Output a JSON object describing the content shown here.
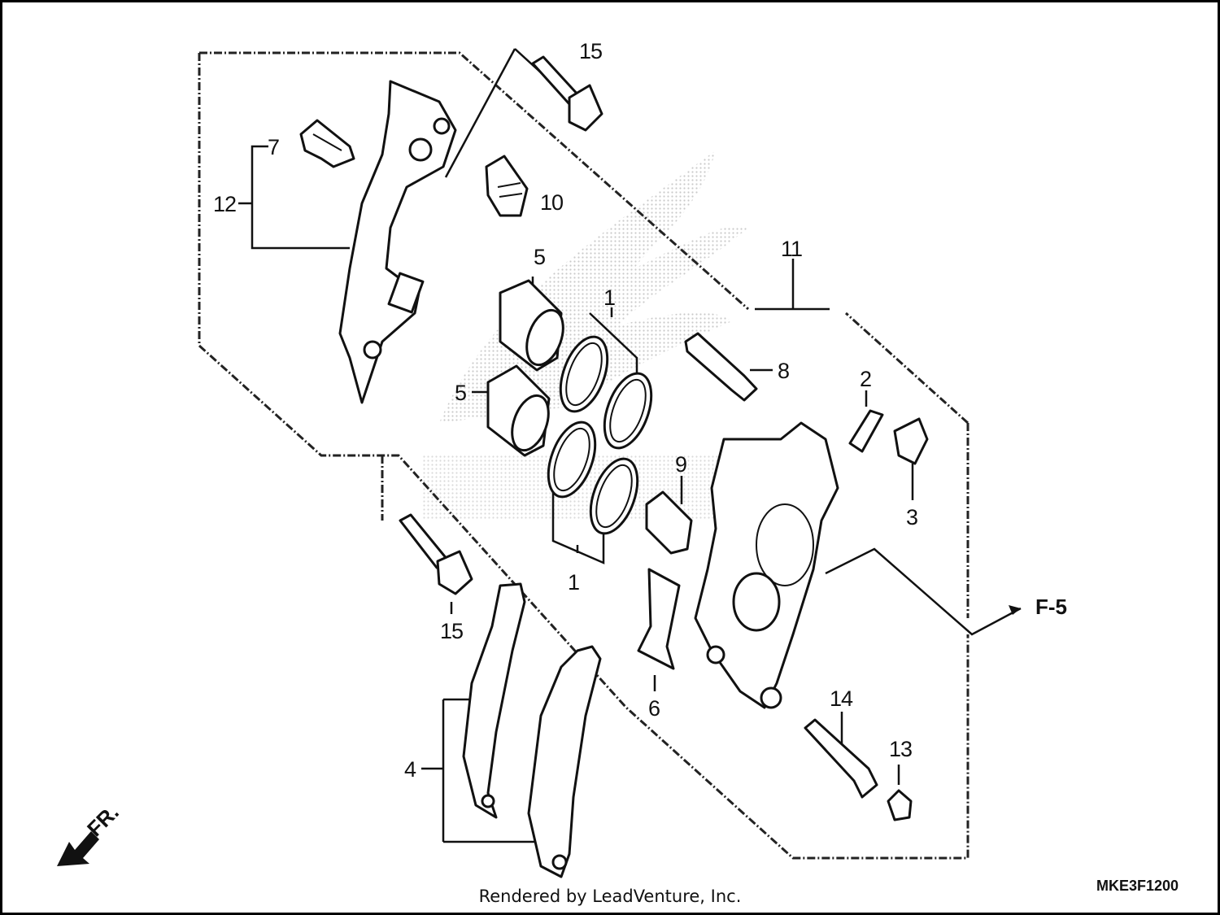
{
  "callouts": [
    {
      "id": "c1a",
      "text": "1"
    },
    {
      "id": "c1b",
      "text": "1"
    },
    {
      "id": "c2",
      "text": "2"
    },
    {
      "id": "c3",
      "text": "3"
    },
    {
      "id": "c4",
      "text": "4"
    },
    {
      "id": "c5a",
      "text": "5"
    },
    {
      "id": "c5b",
      "text": "5"
    },
    {
      "id": "c6",
      "text": "6"
    },
    {
      "id": "c7",
      "text": "7"
    },
    {
      "id": "c8",
      "text": "8"
    },
    {
      "id": "c9",
      "text": "9"
    },
    {
      "id": "c10",
      "text": "10"
    },
    {
      "id": "c11",
      "text": "11"
    },
    {
      "id": "c12",
      "text": "12"
    },
    {
      "id": "c13",
      "text": "13"
    },
    {
      "id": "c14",
      "text": "14"
    },
    {
      "id": "c15a",
      "text": "15"
    },
    {
      "id": "c15b",
      "text": "15"
    }
  ],
  "ref_label": "F-5",
  "front_marker": "FR.",
  "diagram_code": "MKE3F1200",
  "credit": "Rendered by LeadVenture, Inc.",
  "watermark_color": "#bdbdbd",
  "line_color": "#111111"
}
